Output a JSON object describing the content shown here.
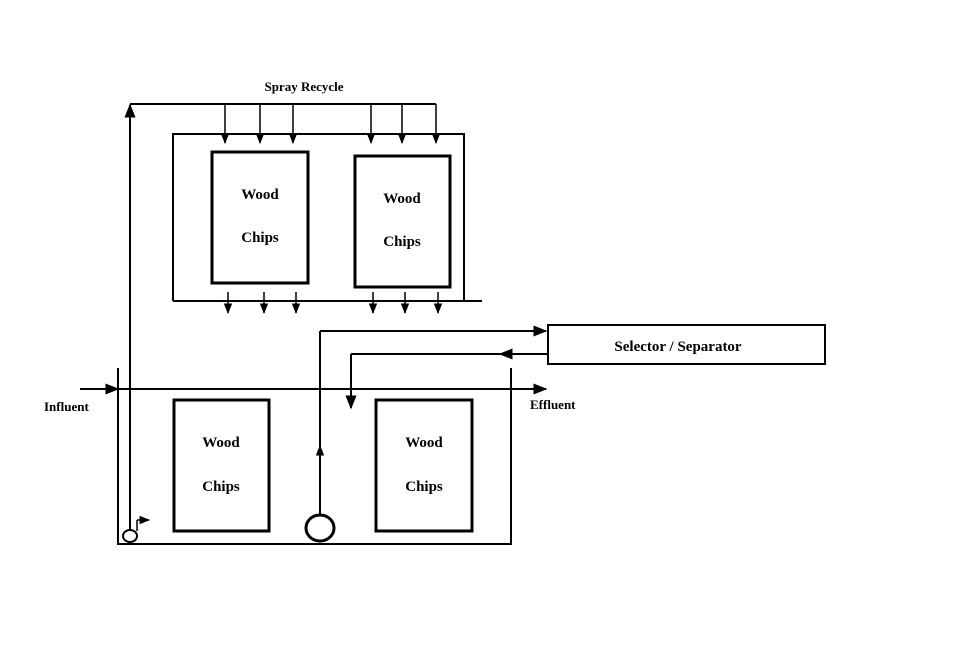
{
  "labels": {
    "spray_recycle": "Spray Recycle",
    "influent": "Influent",
    "effluent": "Effluent",
    "selector": "Selector / Separator"
  },
  "boxes": {
    "upper_left": {
      "line1": "Wood",
      "line2": "Chips"
    },
    "upper_right": {
      "line1": "Wood",
      "line2": "Chips"
    },
    "lower_left": {
      "line1": "Wood",
      "line2": "Chips"
    },
    "lower_right": {
      "line1": "Wood",
      "line2": "Chips"
    }
  }
}
